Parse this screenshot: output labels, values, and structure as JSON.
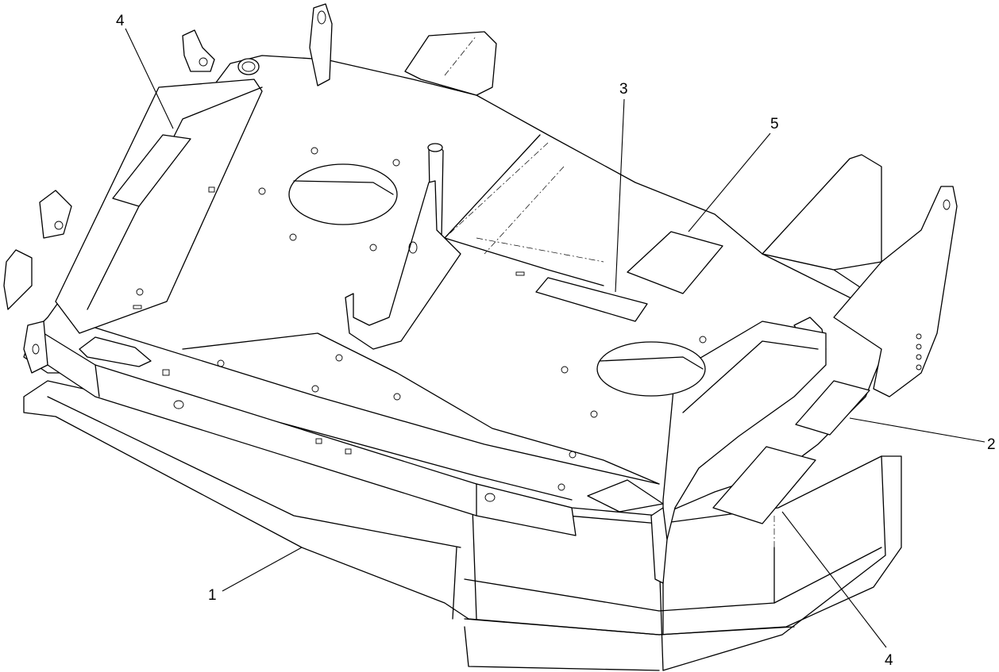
{
  "callouts": [
    {
      "id": "c1",
      "label": "1"
    },
    {
      "id": "c2",
      "label": "2"
    },
    {
      "id": "c3",
      "label": "3"
    },
    {
      "id": "c4a",
      "label": "4"
    },
    {
      "id": "c4b",
      "label": "4"
    },
    {
      "id": "c5",
      "label": "5"
    }
  ]
}
